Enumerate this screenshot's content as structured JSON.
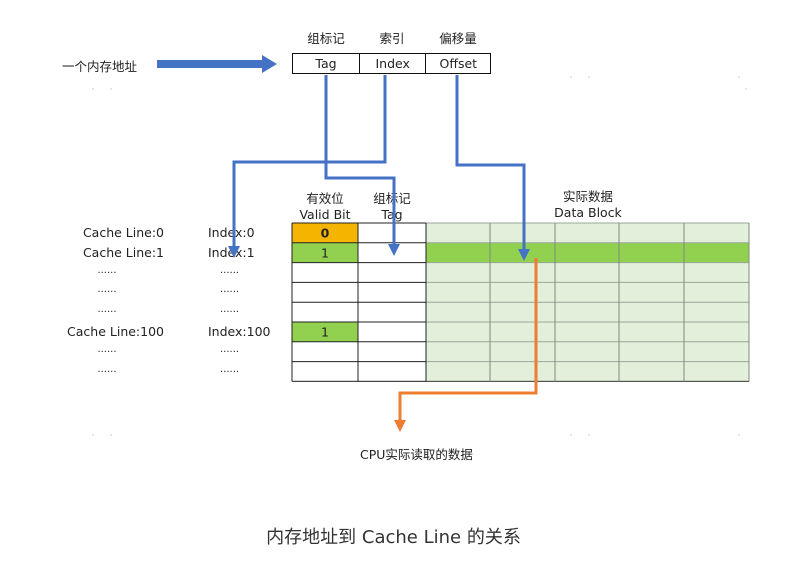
{
  "address": {
    "label": "一个内存地址",
    "field_headers": [
      "组标记",
      "索引",
      "偏移量"
    ],
    "fields": [
      "Tag",
      "Index",
      "Offset"
    ]
  },
  "table": {
    "col_headers": {
      "valid_bit_zh": "有效位",
      "valid_bit_en": "Valid Bit",
      "tag_zh": "组标记",
      "tag_en": "Tag",
      "data_zh": "实际数据",
      "data_en": "Data Block"
    },
    "rows": [
      {
        "cache_line": "Cache Line:0",
        "index": "Index:0",
        "valid": "0",
        "valid_color": "#f5b400",
        "data_highlight": false
      },
      {
        "cache_line": "Cache Line:1",
        "index": "Index:1",
        "valid": "1",
        "valid_color": "#92d050",
        "data_highlight": true
      },
      {
        "cache_line": "......",
        "index": "......",
        "valid": "",
        "valid_color": "",
        "data_highlight": false
      },
      {
        "cache_line": "......",
        "index": "......",
        "valid": "",
        "valid_color": "",
        "data_highlight": false
      },
      {
        "cache_line": "......",
        "index": "......",
        "valid": "",
        "valid_color": "",
        "data_highlight": false
      },
      {
        "cache_line": "Cache Line:100",
        "index": "Index:100",
        "valid": "1",
        "valid_color": "#92d050",
        "data_highlight": false
      },
      {
        "cache_line": "......",
        "index": "......",
        "valid": "",
        "valid_color": "",
        "data_highlight": false
      },
      {
        "cache_line": "......",
        "index": "......",
        "valid": "",
        "valid_color": "",
        "data_highlight": false
      }
    ]
  },
  "cpu_label": "CPU实际读取的数据",
  "caption": "内存地址到 Cache Line 的关系",
  "colors": {
    "blue_arrow": "#4472c4",
    "orange_arrow": "#ed7d31",
    "data_bg": "#e2efda",
    "data_highlight": "#92d050"
  }
}
